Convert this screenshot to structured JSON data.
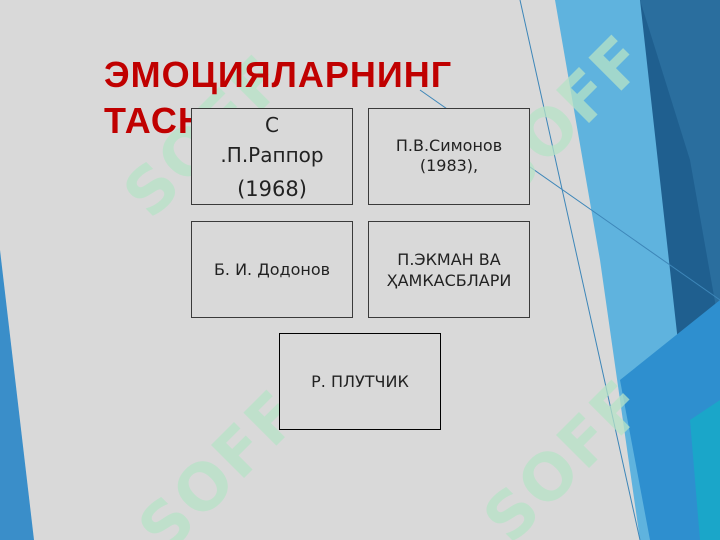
{
  "slide": {
    "title": "ЭМОЦИЯЛАРНИНГ ТАСНИФИ",
    "watermark": "SOFF",
    "colors": {
      "background": "#d9d9d9",
      "title": "#c00000",
      "accent_dark": "#1f4e79",
      "accent_mid": "#2e75b6",
      "accent_light": "#5fb3de",
      "watermark": "#b7e3c7"
    },
    "boxes": [
      {
        "lines": [
          "С",
          ".П.Раппор",
          "(1968)"
        ]
      },
      {
        "lines": [
          "П.В.Симонов",
          "(1983),"
        ]
      },
      {
        "lines": [
          "Б. И. Додонов"
        ]
      },
      {
        "lines": [
          "П.ЭКМАН ВА",
          "ҲАМКАСБЛАРИ"
        ]
      },
      {
        "lines": [
          "Р. ПЛУТЧИК"
        ]
      }
    ]
  }
}
